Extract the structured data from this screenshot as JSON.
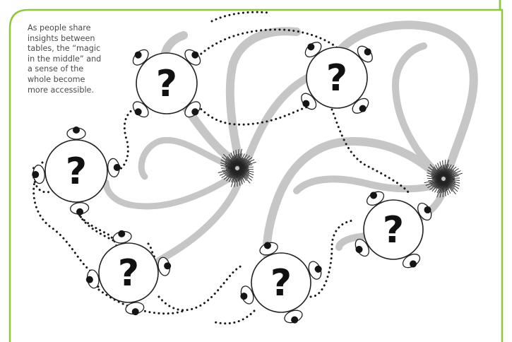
{
  "caption": {
    "lines": [
      "As people share",
      "insights between",
      "tables, the “magic",
      "in the middle” and",
      "a sense of the",
      "whole become",
      "more accessible."
    ]
  },
  "tables": [
    {
      "id": "top-left",
      "label": "?"
    },
    {
      "id": "top-right",
      "label": "?"
    },
    {
      "id": "middle-left",
      "label": "?"
    },
    {
      "id": "middle-right",
      "label": "?"
    },
    {
      "id": "bottom-left",
      "label": "?"
    },
    {
      "id": "bottom-center",
      "label": "?"
    }
  ],
  "colors": {
    "frame": "#8dc63f",
    "swirl": "#c6c6c6",
    "ink": "#1a1a1a"
  },
  "icons": [
    "person-at-table-icon",
    "question-mark-icon",
    "starburst-icon"
  ]
}
